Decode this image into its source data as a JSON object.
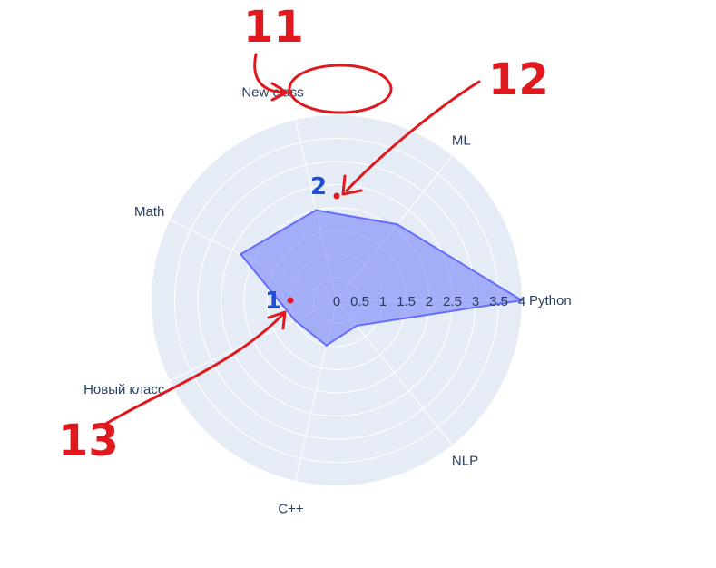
{
  "chart_data": {
    "type": "radar",
    "axes": [
      "Python",
      "ML",
      "New class",
      "Math",
      "Новый класс",
      "C++",
      "NLP"
    ],
    "series": [
      {
        "values": [
          4.0,
          2.1,
          2.0,
          2.3,
          1.0,
          1.0,
          0.7
        ]
      }
    ],
    "radial_range": [
      0,
      4
    ],
    "radial_ticks": [
      "0",
      "0.5",
      "1",
      "1.5",
      "2",
      "2.5",
      "3",
      "3.5",
      "4"
    ],
    "grid": true,
    "colors": {
      "fill": "#636efa",
      "line": "#636efa",
      "polar_bg": "#e5ecf6",
      "grid": "#ffffff",
      "text": "#2a3f5f",
      "annotation_red": "#e0191f",
      "annotation_blue": "#1f4fd6"
    }
  },
  "annotations": {
    "numbers": [
      "11",
      "12",
      "13"
    ],
    "point_labels": [
      "2",
      "1"
    ]
  }
}
